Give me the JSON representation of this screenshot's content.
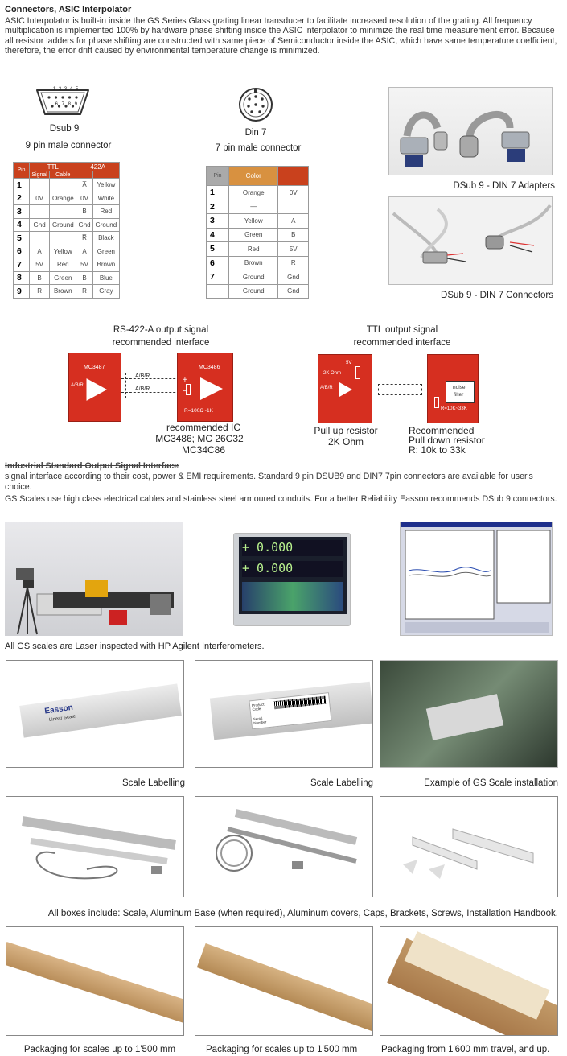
{
  "heading": "Connectors, ASIC Interpolator",
  "intro": "ASIC Interpolator is built-in inside the GS Series Glass grating linear transducer to facilitate increased resolution of the grating. All frequency multiplication is implemented 100% by hardware phase shifting inside the ASIC interpolator to minimize the real time measurement error. Because all resistor ladders for phase shifting are constructed with same piece of Semiconductor inside the ASIC, which have same temperature coefficient, therefore, the error drift caused by environmental temperature change is minimized.",
  "dsub": {
    "name": "Dsub 9",
    "desc": "9 pin male connector",
    "pins_top": "1 2 3 4 5",
    "pins_bottom": "6 7 8 9",
    "headers": {
      "pin": "Pin",
      "ttl": "TTL",
      "rs": "422A",
      "signal": "Signal",
      "cable": "Cable"
    },
    "rows": [
      [
        "1",
        "",
        "",
        "A̅",
        "Yellow"
      ],
      [
        "2",
        "0V",
        "Orange",
        "0V",
        "White"
      ],
      [
        "3",
        "",
        "",
        "B̅",
        "Red"
      ],
      [
        "4",
        "Gnd",
        "Ground",
        "Gnd",
        "Ground"
      ],
      [
        "5",
        "",
        "",
        "R̅",
        "Black"
      ],
      [
        "6",
        "A",
        "Yellow",
        "A",
        "Green"
      ],
      [
        "7",
        "5V",
        "Red",
        "5V",
        "Brown"
      ],
      [
        "8",
        "B",
        "Green",
        "B",
        "Blue"
      ],
      [
        "9",
        "R",
        "Brown",
        "R",
        "Gray"
      ]
    ]
  },
  "din": {
    "name": "Din 7",
    "desc": "7 pin male connector",
    "headers": {
      "pin": "Pin",
      "color": "Color"
    },
    "rows": [
      [
        "1",
        "Orange",
        "0V"
      ],
      [
        "2",
        "—",
        ""
      ],
      [
        "3",
        "Yellow",
        "A"
      ],
      [
        "4",
        "Green",
        "B"
      ],
      [
        "5",
        "Red",
        "5V"
      ],
      [
        "6",
        "Brown",
        "R"
      ],
      [
        "7",
        "Ground",
        "Gnd"
      ],
      [
        "",
        "Ground",
        "Gnd"
      ]
    ]
  },
  "photos": {
    "adapters_cap": "DSub 9 - DIN 7 Adapters",
    "connectors_cap": "DSub 9 - DIN 7 Connectors"
  },
  "rs422": {
    "title1": "RS-422-A output signal",
    "title2": "recommended interface",
    "chip_left": "MC3487",
    "chip_right": "MC3486",
    "sig_left": "A/B/R",
    "sig_top": "A/B/R",
    "sig_bot": "A̅/B̅/R̅",
    "res": "R=100Ω~1K",
    "plus": "+",
    "minus": "−",
    "rec1": "recommended IC",
    "rec2": "MC3486; MC 26C32",
    "rec3": "MC34C86"
  },
  "ttl": {
    "title1": "TTL output signal",
    "title2": "recommended interface",
    "v": "5V",
    "ohm": "2K Ohm",
    "sig": "A/B/R",
    "noise1": "noise",
    "noise2": "filter",
    "res": "R=10K~33K",
    "pull1": "Pull up resistor",
    "pull2": "2K Ohm",
    "rec1": "Recommended",
    "rec2": "Pull down resistor",
    "rec3": "R: 10k to 33k"
  },
  "section": {
    "title": "Industrial Standard Output Signal Interface",
    "text1": "signal interface according to their cost, power & EMI requirements. Standard 9 pin DSUB9 and DIN7 7pin connectors are available for user's choice.",
    "text2": "GS Scales use high class electrical cables and stainless steel armoured conduits. For a better Reliability Easson recommends DSub 9 connectors."
  },
  "inspection": {
    "dro_line1": "+ 0.000",
    "dro_line2": "+ 0.000",
    "caption": "All GS scales are Laser inspected with HP Agilent Interferometers."
  },
  "gallery": {
    "cap1": "Scale Labelling",
    "cap2": "Scale Labelling",
    "cap3": "Example of GS Scale installation",
    "brand": "Easson",
    "model": "Linear Scale",
    "product_code": "Product Code",
    "serial_number": "Serial Number",
    "boxes_caption": "All boxes include: Scale, Aluminum Base (when required), Aluminum covers, Caps, Brackets, Screws, Installation Handbook.",
    "pack1": "Packaging for scales up to 1'500 mm",
    "pack2": "Packaging for scales up to 1'500 mm",
    "pack3": "Packaging from 1'600 mm travel, and up."
  },
  "colors": {
    "accent": "#d62f20",
    "table_header": "#c9411d"
  }
}
